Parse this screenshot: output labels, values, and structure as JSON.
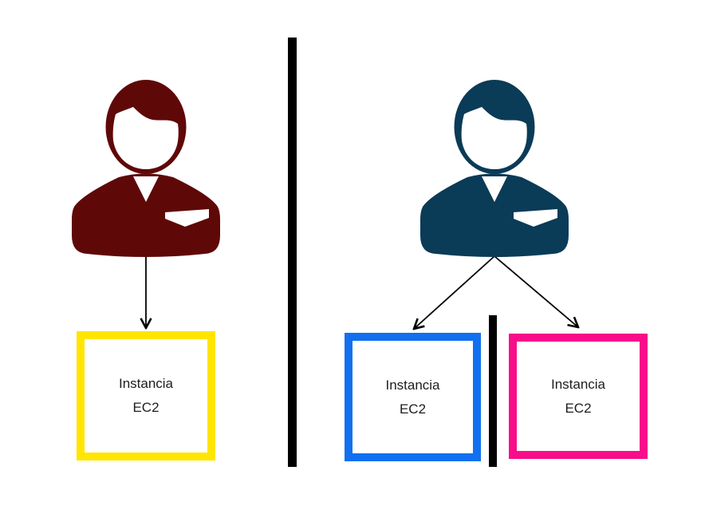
{
  "diagram": {
    "background": "#ffffff",
    "divider_color": "#000000",
    "arrow_color": "#000000",
    "text_color": "#1d1d1d",
    "left_panel": {
      "user_icon": "person-icon",
      "user_color": "#5F0808",
      "box": {
        "label": "Instancia\nEC2",
        "border_color": "#FFE500"
      }
    },
    "right_panel": {
      "user_icon": "person-icon",
      "user_color": "#0A3B57",
      "boxes": [
        {
          "label": "Instancia\nEC2",
          "border_color": "#1170F0"
        },
        {
          "label": "Instancia\nEC2",
          "border_color": "#F80D8B"
        }
      ]
    }
  }
}
